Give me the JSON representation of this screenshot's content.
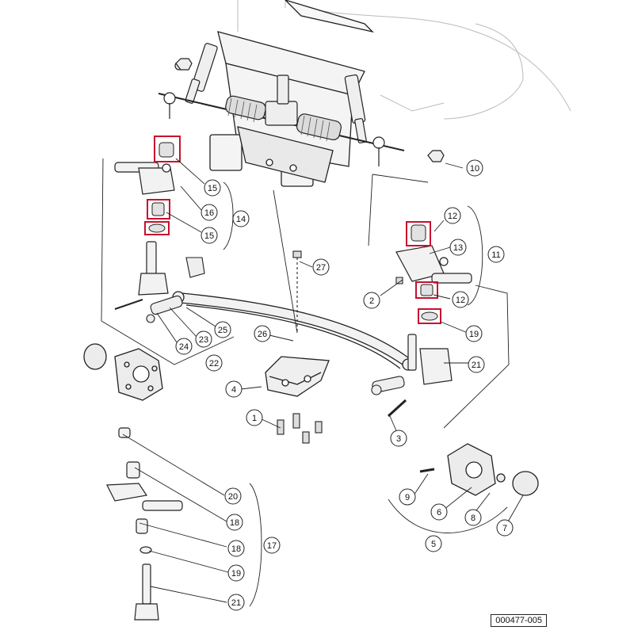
{
  "figure_ref": "000477-005",
  "callouts": [
    "1",
    "2",
    "3",
    "4",
    "5",
    "6",
    "7",
    "8",
    "9",
    "10",
    "11",
    "12",
    "12",
    "13",
    "14",
    "15",
    "15",
    "16",
    "17",
    "18",
    "18",
    "19",
    "19",
    "20",
    "21",
    "21",
    "22",
    "23",
    "24",
    "25",
    "26",
    "27"
  ],
  "highlight_color": "#c8102e",
  "line_color": "#222222"
}
